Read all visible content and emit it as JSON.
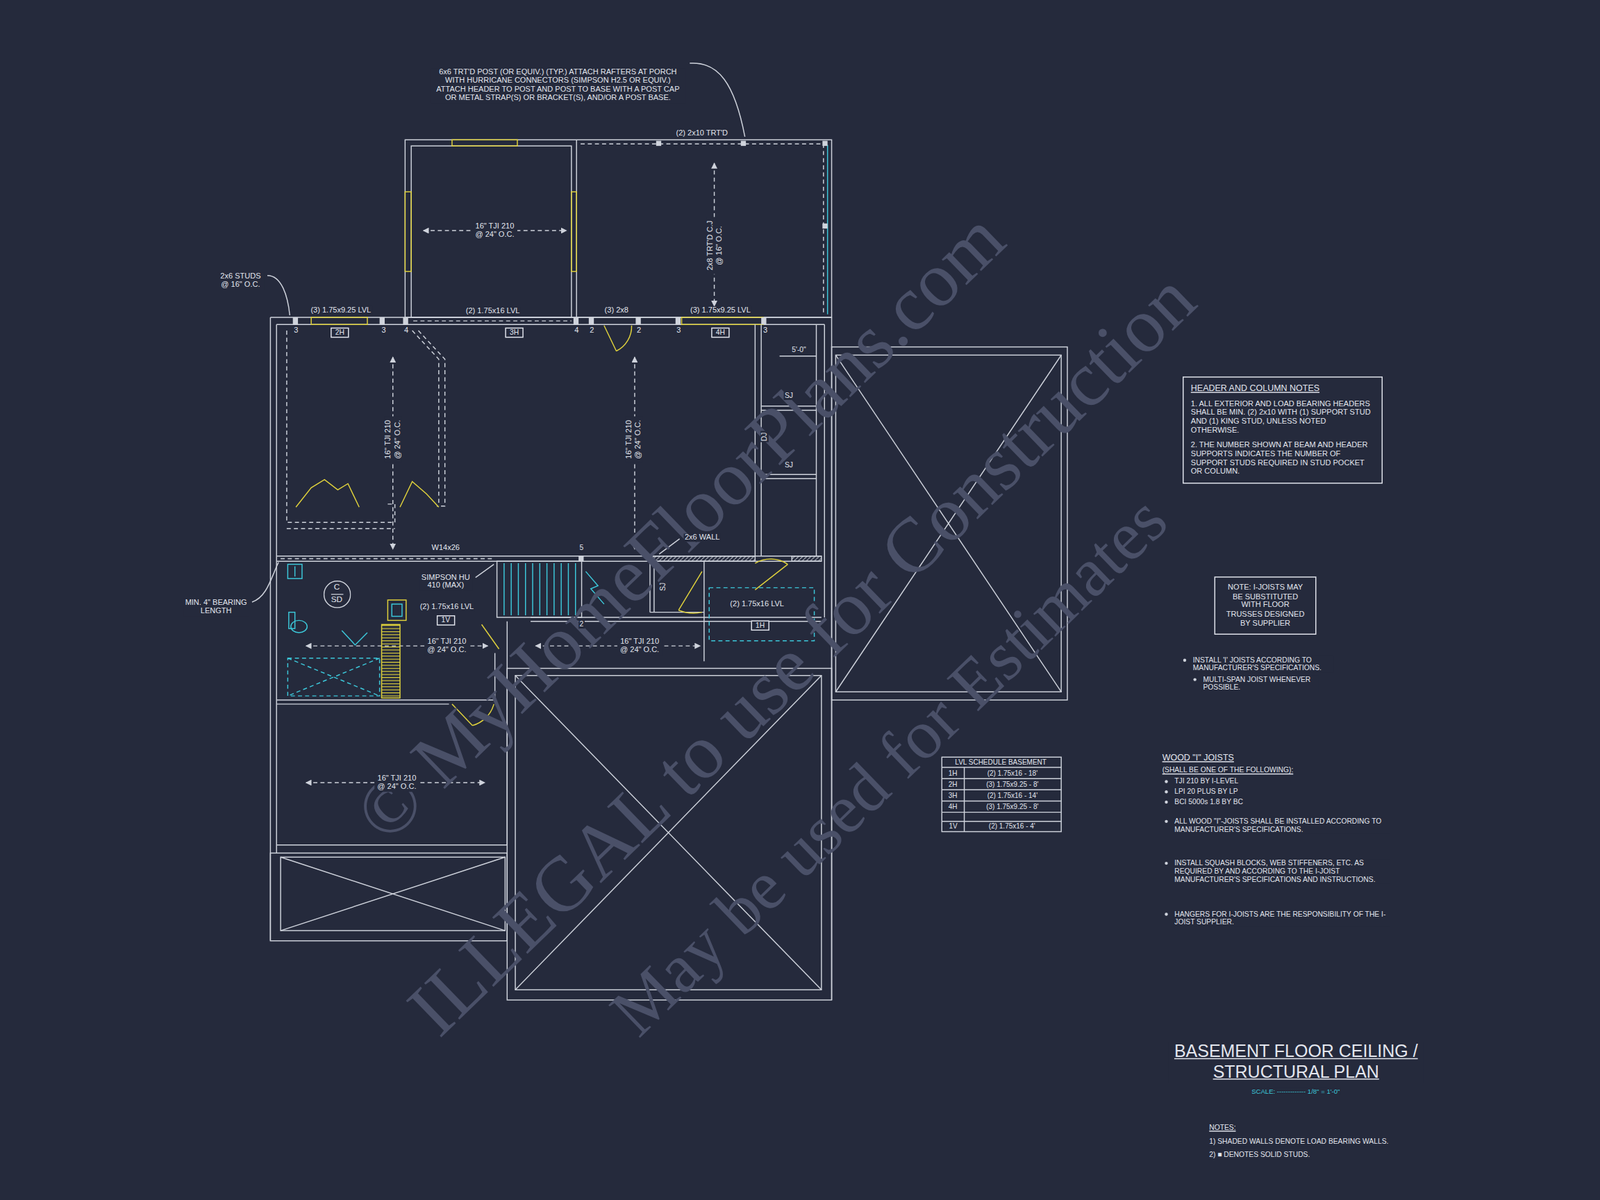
{
  "diagram": {
    "title": "BASEMENT FLOOR CEILING / STRUCTURAL PLAN",
    "nodes": [
      {
        "text": [
          "HEADER AND COLUMN NOTES",
          "1. ALL EXTERIOR AND LOAD BEARING HEADERS SHALL BE MIN. (2) 2x10 WITH (1) SUPPORT STUD AND (1) KING STUD, UNLESS NOTED OTHERWISE.",
          "2. THE NUMBER SHOWN AT BEAM AND HEADER SUPPORTS INDICATES THE NUMBER OF SUPPORT STUDS REQUIRED IN STUD POCKET OR COLUMN."
        ]
      },
      {
        "text": [
          "NOTE: I-JOISTS MAY BE SUBSTITUTED WITH FLOOR TRUSSES DESIGNED BY SUPPLIER"
        ]
      },
      {
        "text": [
          "2H"
        ]
      },
      {
        "text": [
          "3H"
        ]
      },
      {
        "text": [
          "4H"
        ]
      },
      {
        "text": [
          "1V"
        ]
      },
      {
        "text": [
          "1H"
        ]
      },
      {
        "text": [
          "C",
          "SD"
        ]
      }
    ],
    "labels": [
      "© MyHomeFloorPlans.com",
      "ILLEGAL to use for Construction",
      "May be used for Estimates",
      "6x6 TRT'D POST (OR EQUIV.) (TYP.) ATTACH RAFTERS AT PORCH WITH HURRICANE CONNECTORS (SIMPSON H2.5 OR EQUIV.) ATTACH HEADER TO POST AND POST TO BASE WITH A POST CAP OR METAL STRAP(S) OR BRACKET(S), AND/OR A POST BASE.",
      "(2) 2x10 TRT'D",
      "16\" TJI 210 @ 24\" O.C.",
      "2x8 TRT'D C.J @ 16\" O.C.",
      "2x6 STUDS @ 16\" O.C.",
      "(3) 1.75x9.25 LVL",
      "(2) 1.75x16 LVL",
      "(3) 2x8",
      "(3) 1.75x9.25 LVL",
      "3",
      "3",
      "4",
      "4",
      "2",
      "2",
      "3",
      "3",
      "5'-0\"",
      "SJ",
      "DJ",
      "SJ",
      "16\" TJI 210 @ 24\" O.C.",
      "16\" TJI 210 @ 24\" O.C.",
      "W14x26",
      "2x6 WALL",
      "SIMPSON HU 410 (MAX)",
      "5",
      "2",
      "SJ",
      "(2) 1.75x16 LVL",
      "(2) 1.75x16 LVL",
      "MIN. 4\" BEARING LENGTH",
      "16\" TJI 210 @ 24\" O.C.",
      "16\" TJI 210 @ 24\" O.C.",
      "16\" TJI 210 @ 24\" O.C.",
      "LVL SCHEDULE BASEMENT",
      "1H",
      "(2) 1.75x16 - 18'",
      "2H",
      "(3) 1.75x9.25 - 8'",
      "3H",
      "(2) 1.75x16 - 14'",
      "4H",
      "(3) 1.75x9.25 - 8'",
      "1V",
      "(2) 1.75x16 - 4'",
      "INSTALL 'I' JOISTS ACCORDING TO MANUFACTURER'S SPECIFICATIONS.",
      "MULTI-SPAN JOIST WHENEVER POSSIBLE.",
      "WOOD \"I\" JOISTS",
      "(SHALL BE ONE OF THE FOLLOWING):",
      "TJI 210 BY I-LEVEL",
      "LPI 20 PLUS BY LP",
      "BCI 5000s 1.8 BY BC",
      "ALL WOOD \"I\"-JOISTS SHALL BE INSTALLED ACCORDING TO MANUFACTURER'S SPECIFICATIONS.",
      "INSTALL SQUASH BLOCKS, WEB STIFFENERS, ETC. AS REQUIRED BY AND ACCORDING TO THE I-JOIST MANUFACTURER'S SPECIFICATIONS AND INSTRUCTIONS.",
      "HANGERS FOR I-JOISTS ARE THE RESPONSIBILITY OF THE I-JOIST SUPPLIER.",
      "SCALE: ------------- 1/8\" = 1'-0\"",
      "NOTES:",
      "1) SHADED WALLS DENOTE LOAD BEARING WALLS.",
      "2) ■ DENOTES SOLID STUDS."
    ]
  }
}
